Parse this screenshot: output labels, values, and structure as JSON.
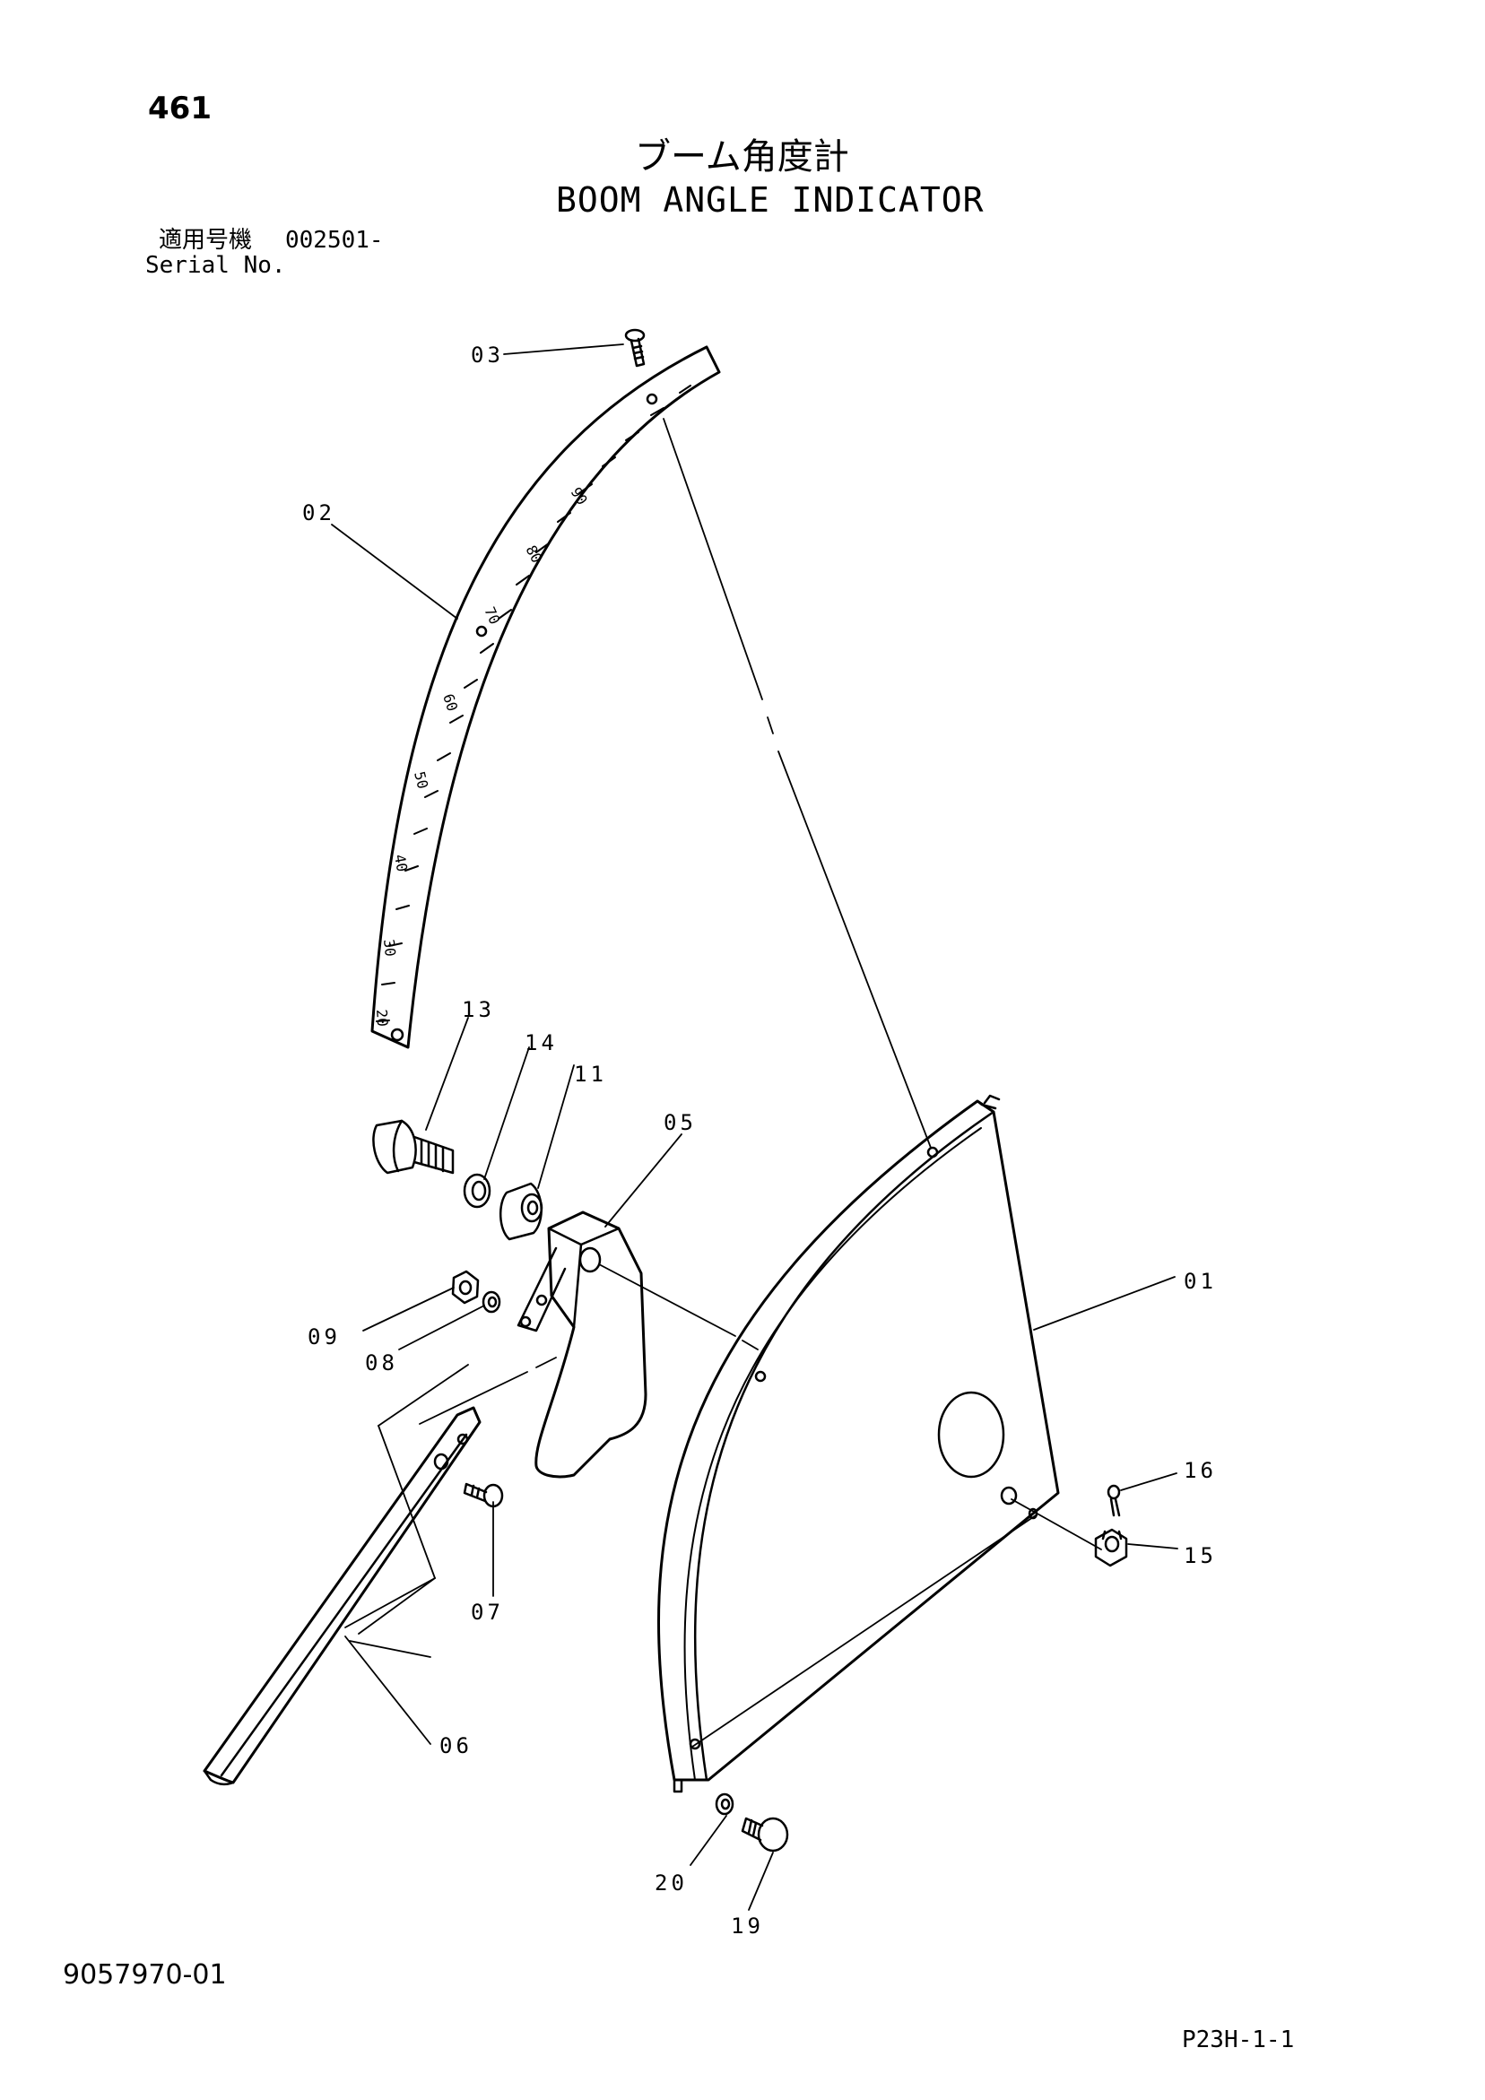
{
  "header": {
    "page_number": "461",
    "title_jp": "ブーム角度計",
    "title_en": "BOOM ANGLE INDICATOR",
    "applicable_label": "適用号機",
    "applicable_serial": "002501-",
    "serial_label": "Serial No."
  },
  "footer": {
    "doc_number": "9057970-01",
    "page_code": "P23H-1-1"
  },
  "callouts": [
    {
      "id": "01",
      "label": "01"
    },
    {
      "id": "02",
      "label": "02"
    },
    {
      "id": "03",
      "label": "03"
    },
    {
      "id": "05",
      "label": "05"
    },
    {
      "id": "06",
      "label": "06"
    },
    {
      "id": "07",
      "label": "07"
    },
    {
      "id": "08",
      "label": "08"
    },
    {
      "id": "09",
      "label": "09"
    },
    {
      "id": "11",
      "label": "11"
    },
    {
      "id": "13",
      "label": "13"
    },
    {
      "id": "14",
      "label": "14"
    },
    {
      "id": "15",
      "label": "15"
    },
    {
      "id": "16",
      "label": "16"
    },
    {
      "id": "19",
      "label": "19"
    },
    {
      "id": "20",
      "label": "20"
    }
  ],
  "scale_numbers": [
    "90",
    "80",
    "70",
    "60",
    "50",
    "40",
    "30",
    "20"
  ]
}
